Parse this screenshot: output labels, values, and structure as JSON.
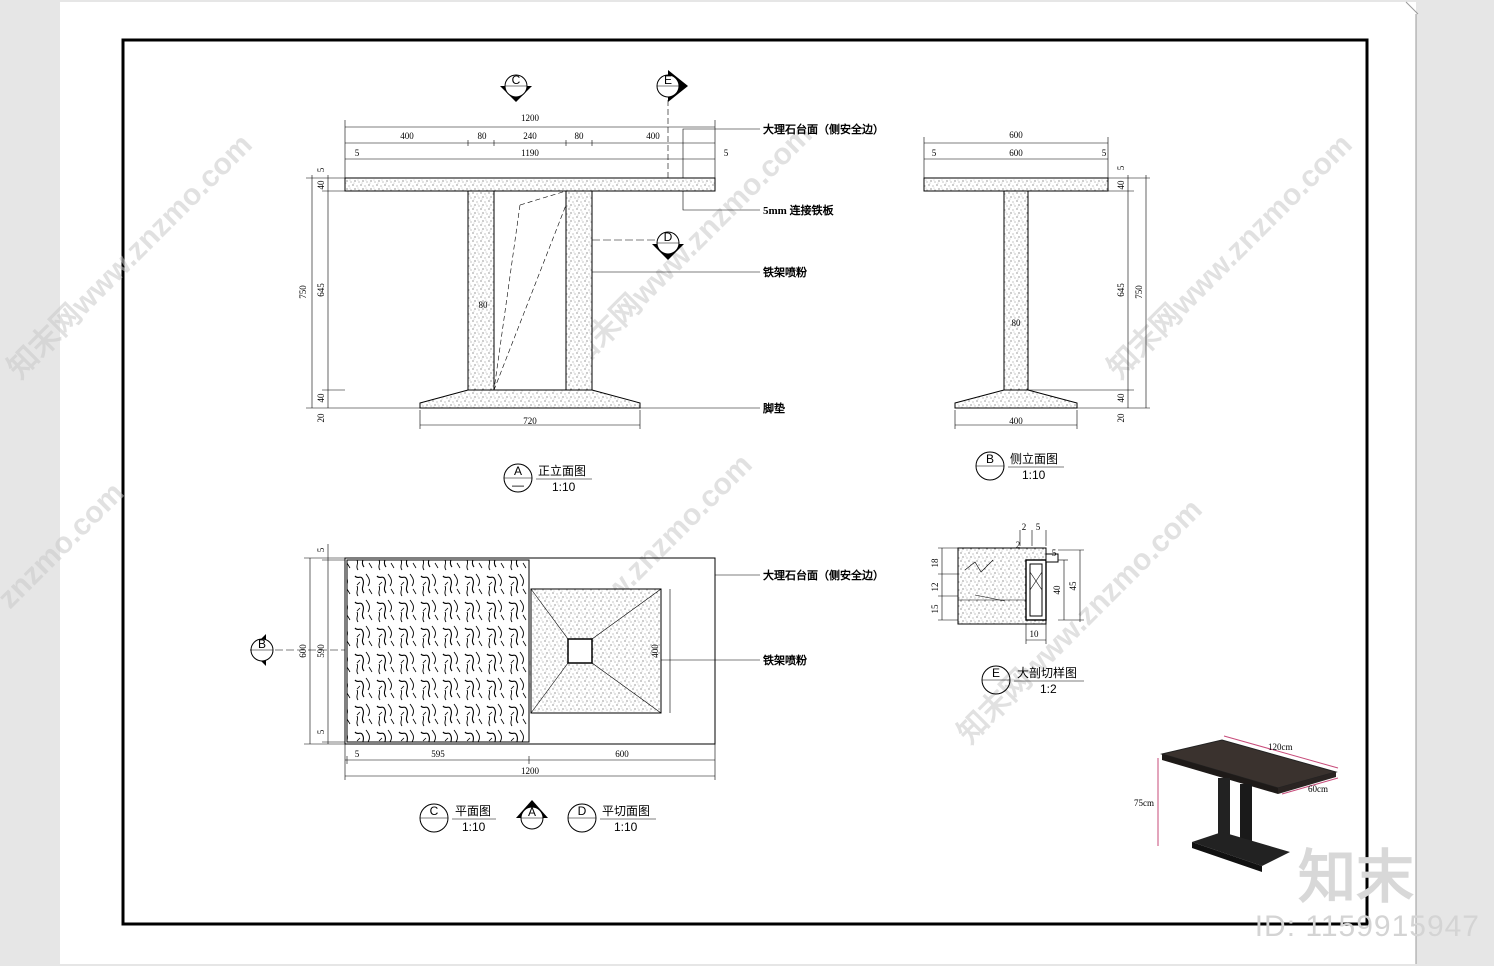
{
  "front_elevation": {
    "dims_top": {
      "total": "1200",
      "a": "400",
      "b": "80",
      "c": "240",
      "d": "80",
      "e": "400",
      "left": "5",
      "mid": "1190",
      "right": "5"
    },
    "dims_left": {
      "total": "750",
      "t1": "5",
      "t2": "40",
      "mid": "645",
      "b1": "40",
      "b2": "20"
    },
    "post_gap": "80",
    "base_width": "720",
    "notes": {
      "top": "大理石台面（侧安全边）",
      "plate": "5mm 连接铁板",
      "frame": "铁架喷粉",
      "foot": "脚垫"
    },
    "title": {
      "letter": "A",
      "name": "正立面图",
      "scale": "1:10"
    }
  },
  "side_elevation": {
    "dims_top": {
      "total": "600",
      "left": "5",
      "mid": "600",
      "right": "5"
    },
    "dims_right": {
      "t1": "5",
      "t2": "40",
      "mid": "645",
      "total": "750",
      "b1": "40",
      "b2": "20"
    },
    "post": "80",
    "base_width": "400",
    "title": {
      "letter": "B",
      "name": "侧立面图",
      "scale": "1:10"
    }
  },
  "plan": {
    "dims_left": {
      "total": "600",
      "t": "5",
      "mid": "590",
      "b": "5"
    },
    "dims_bottom": {
      "left": "5",
      "a": "595",
      "b": "600",
      "total": "1200"
    },
    "inner": "400",
    "notes": {
      "top": "大理石台面（侧安全边）",
      "frame": "铁架喷粉"
    },
    "title_c": {
      "letter": "C",
      "name": "平面图",
      "scale": "1:10"
    },
    "marker_a": "A",
    "title_d": {
      "letter": "D",
      "name": "平切面图",
      "scale": "1:10"
    },
    "marker_b": "B"
  },
  "section": {
    "dims_top": {
      "a": "2",
      "b": "5",
      "c": "2",
      "d": "5"
    },
    "dims_left": {
      "a": "18",
      "b": "12",
      "c": "15"
    },
    "dims_right": {
      "a": "40",
      "b": "45"
    },
    "bottom": "10",
    "title": {
      "letter": "E",
      "name": "大剖切样图",
      "scale": "1:2"
    }
  },
  "markers": {
    "c": "C",
    "e": "E",
    "d": "D"
  },
  "photo": {
    "width": "120cm",
    "depth": "60cm",
    "height": "75cm"
  },
  "watermark": {
    "text": "知末网www.znzmo.com",
    "short": "znzmo.com",
    "logo": "知末",
    "id": "ID: 1159915947"
  }
}
